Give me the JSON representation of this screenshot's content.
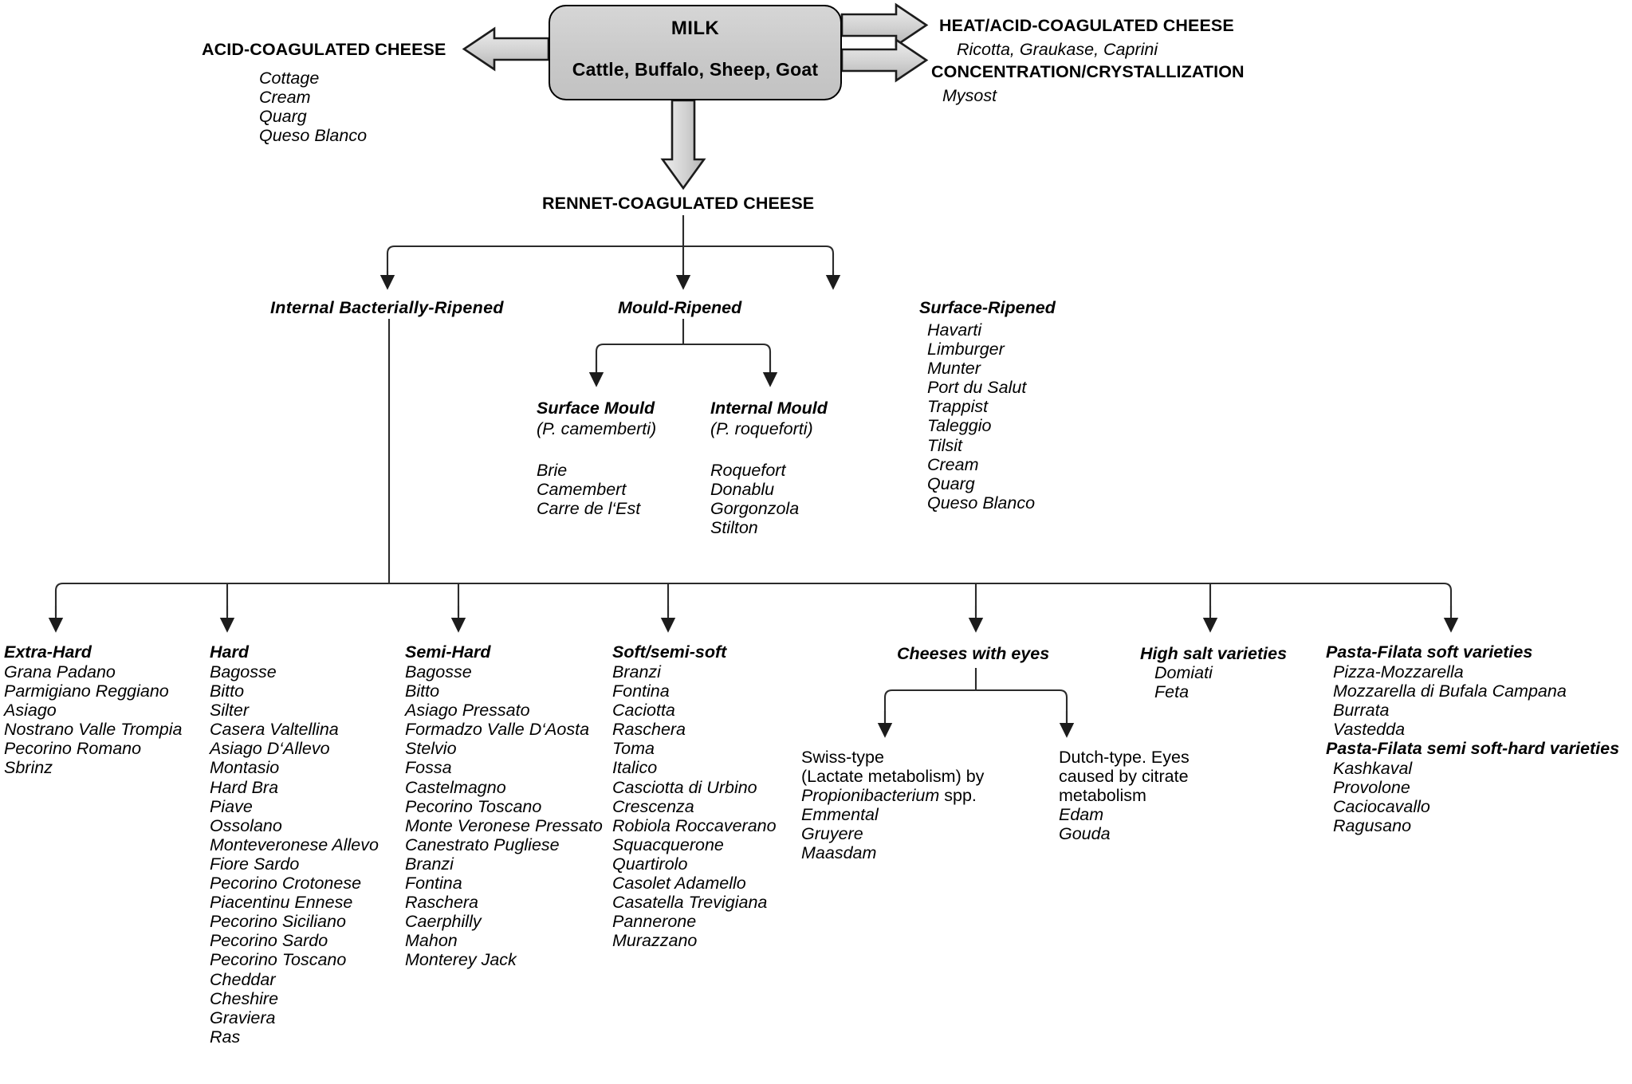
{
  "diagram": {
    "title": "Cheese classification flow chart",
    "root": {
      "name": "MILK",
      "milk_sources": "Cattle, Buffalo, Sheep, Goat"
    },
    "branches": {
      "acid": {
        "heading": "ACID-COAGULATED CHEESE",
        "items": [
          "Cottage",
          "Cream",
          "Quarg",
          "Queso Blanco"
        ]
      },
      "heat_acid": {
        "heading": "HEAT/ACID-COAGULATED CHEESE",
        "items_inline": "Ricotta, Graukase, Caprini"
      },
      "concentration": {
        "heading": "CONCENTRATION/CRYSTALLIZATION",
        "items_inline": "Mysost"
      },
      "rennet": {
        "heading": "RENNET-COAGULATED CHEESE"
      }
    },
    "rennet_children": {
      "internal_bacterially_ripened": {
        "heading": "Internal  Bacterially-Ripened"
      },
      "mould_ripened": {
        "heading": "Mould-Ripened"
      },
      "surface_ripened": {
        "heading": "Surface-Ripened",
        "items": [
          "Havarti",
          "Limburger",
          "Munter",
          "Port du Salut",
          "Trappist",
          "Taleggio",
          "Tilsit",
          "Cream",
          "Quarg",
          "Queso Blanco"
        ]
      }
    },
    "mould_children": {
      "surface_mould": {
        "heading": "Surface Mould",
        "organism": "(P. camemberti)",
        "items": [
          "Brie",
          "Camembert",
          "Carre de l‘Est"
        ]
      },
      "internal_mould": {
        "heading": "Internal  Mould",
        "organism": "(P. roqueforti)",
        "items": [
          "Roquefort",
          "Donablu",
          "Gorgonzola",
          "Stilton"
        ]
      }
    },
    "bacterial_children": [
      {
        "id": "extra-hard",
        "heading": "Extra-Hard",
        "items": [
          "Grana Padano",
          "Parmigiano Reggiano",
          "Asiago",
          "Nostrano Valle Trompia",
          "Pecorino Romano",
          "Sbrinz"
        ]
      },
      {
        "id": "hard",
        "heading": "Hard",
        "items": [
          "Bagosse",
          "Bitto",
          "Silter",
          "Casera Valtellina",
          "Asiago D‘Allevo",
          "Montasio",
          "Hard Bra",
          "Piave",
          "Ossolano",
          "Monteveronese Allevo",
          "Fiore Sardo",
          "Pecorino Crotonese",
          "Piacentinu Ennese",
          "Pecorino Siciliano",
          "Pecorino Sardo",
          "Pecorino Toscano",
          "Cheddar",
          "Cheshire",
          "Graviera",
          "Ras"
        ]
      },
      {
        "id": "semi-hard",
        "heading": "Semi-Hard",
        "items": [
          "Bagosse",
          "Bitto",
          "Asiago Pressato",
          "Formadzo Valle D‘Aosta",
          "Stelvio",
          "Fossa",
          "Castelmagno",
          "Pecorino Toscano",
          "Monte Veronese Pressato",
          "Canestrato Pugliese",
          "Branzi",
          "Fontina",
          "Raschera",
          "Caerphilly",
          "Mahon",
          "Monterey Jack"
        ]
      },
      {
        "id": "soft-semi-soft",
        "heading": "Soft/semi-soft",
        "items": [
          "Branzi",
          "Fontina",
          "Caciotta",
          "Raschera",
          "Toma",
          "Italico",
          "Casciotta di Urbino",
          "Crescenza",
          "Robiola Roccaverano",
          "Squacquerone",
          "Quartirolo",
          "Casolet Adamello",
          "Casatella Trevigiana",
          "Pannerone",
          "Murazzano"
        ]
      },
      {
        "id": "cheeses-with-eyes",
        "heading": "Cheeses with eyes",
        "items": []
      },
      {
        "id": "high-salt",
        "heading": "High salt varieties",
        "items": [
          "Domiati",
          "Feta"
        ]
      },
      {
        "id": "pasta-filata",
        "heading": "Pasta-Filata  soft varieties",
        "items": [
          "Pizza-Mozzarella",
          "Mozzarella di Bufala Campana",
          "Burrata",
          "Vastedda"
        ],
        "subheading": "Pasta-Filata  semi soft-hard varieties",
        "sub_items": [
          "Kashkaval",
          "Provolone",
          "Caciocavallo",
          "Ragusano"
        ]
      }
    ],
    "eyes_children": {
      "swiss": {
        "line1": "Swiss-type",
        "line2": "(Lactate metabolism)  by",
        "organism": "Propionibacterium",
        "organism_suffix": " spp.",
        "items": [
          "Emmental",
          "Gruyere",
          "Maasdam"
        ]
      },
      "dutch": {
        "line1": "Dutch-type.  Eyes",
        "line2": "caused by citrate",
        "line3": "metabolism",
        "items": [
          "Edam",
          "Gouda"
        ]
      }
    },
    "colors": {
      "line": "#2b2b2b",
      "box_fill_top": "#d6d6d6",
      "box_fill_bottom": "#c2c2c2",
      "arrow_fill_light": "#e8e8e8",
      "arrow_fill_dark": "#b8b8b8",
      "text": "#000000"
    }
  }
}
